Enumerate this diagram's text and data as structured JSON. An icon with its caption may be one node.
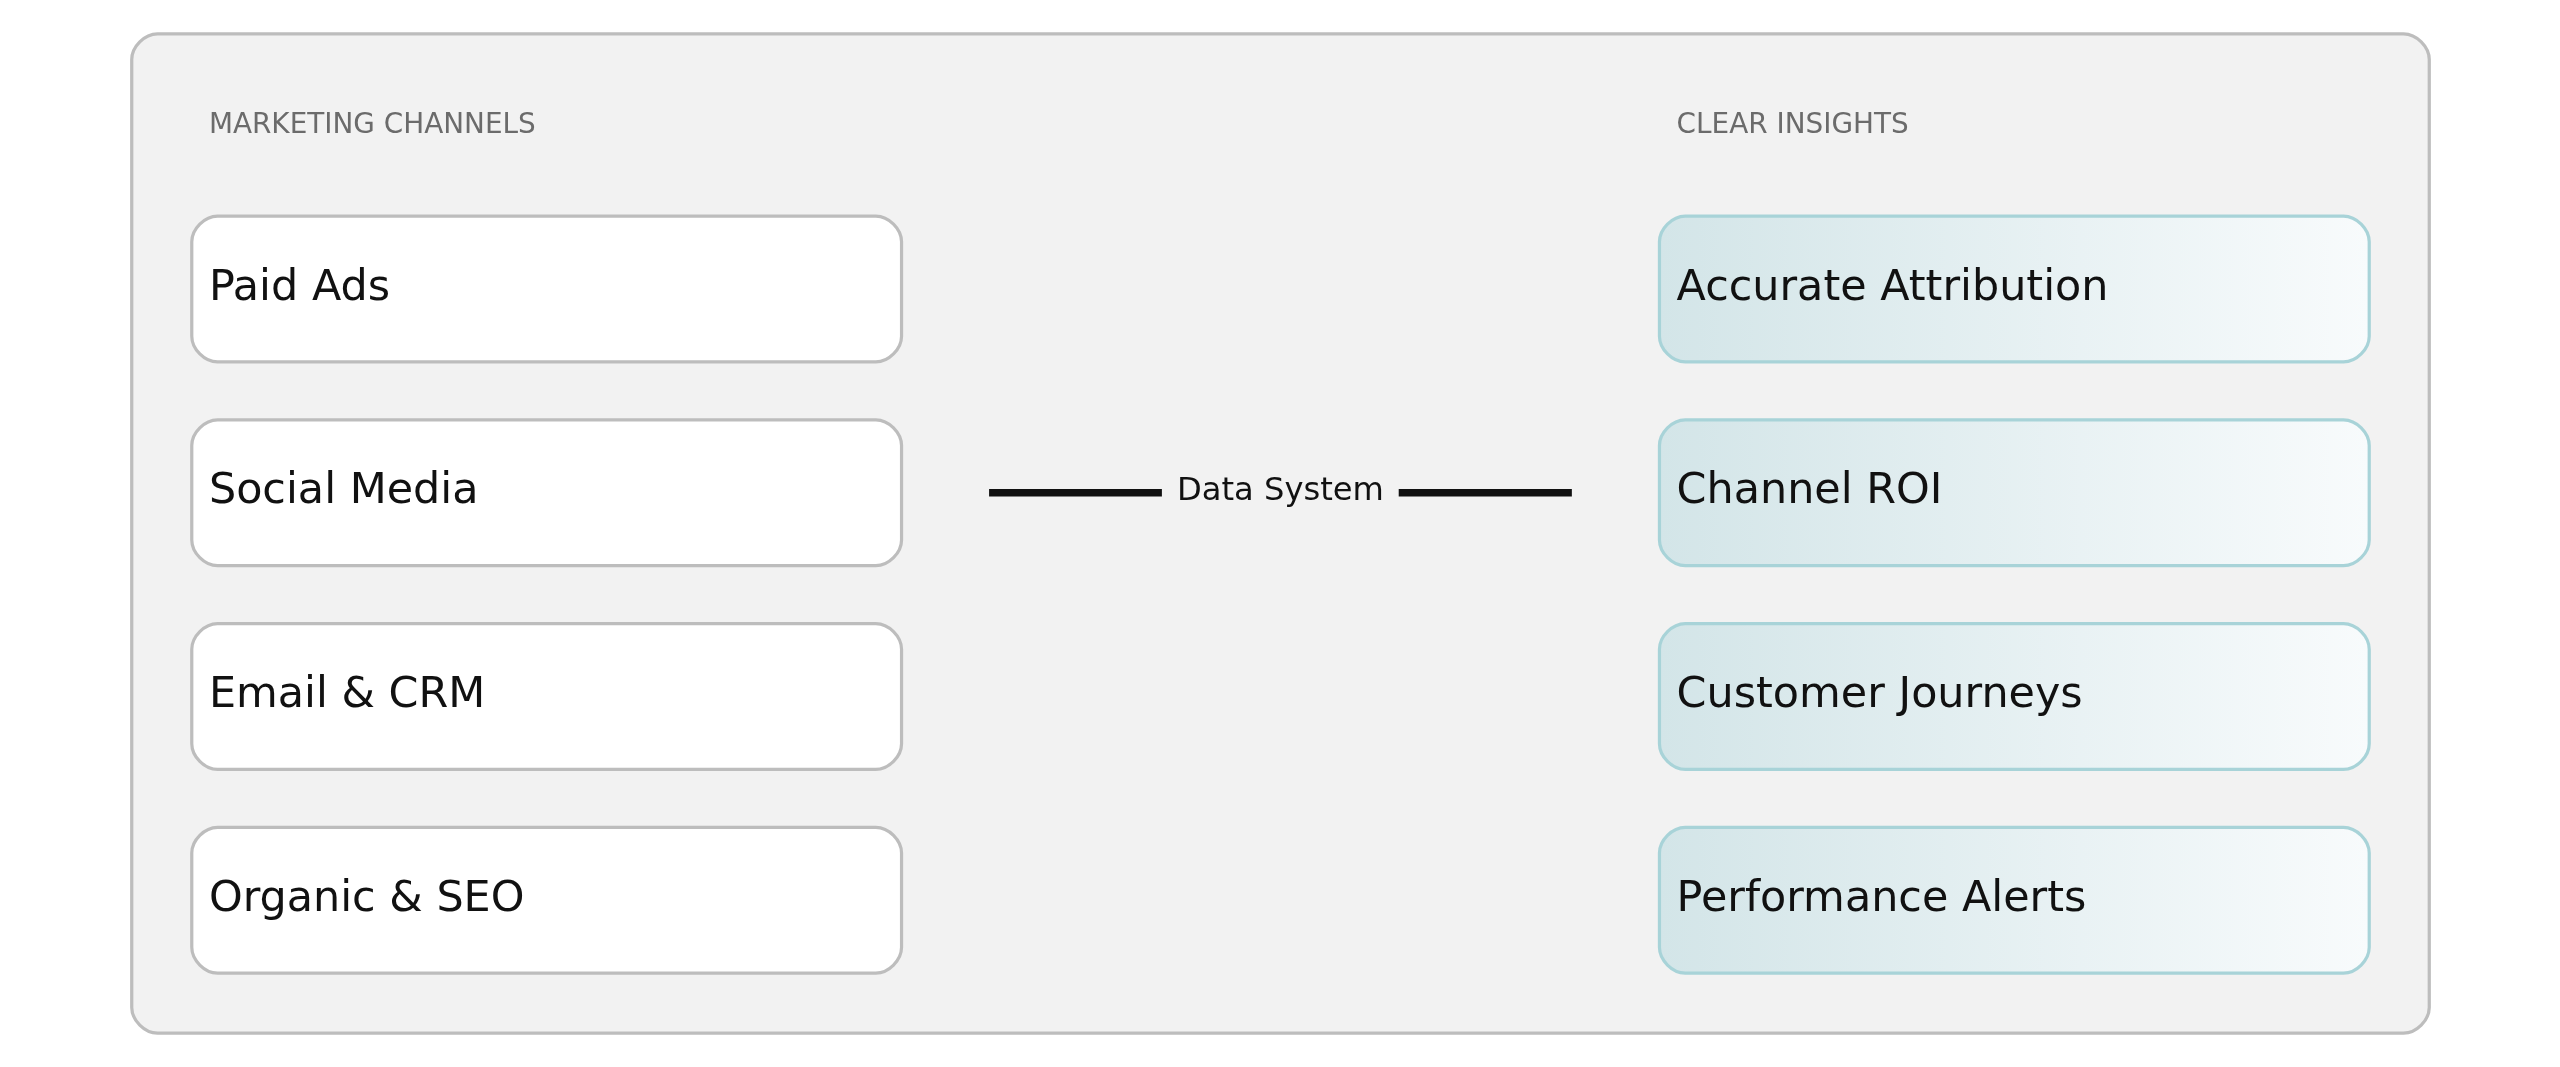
{
  "diagram": {
    "nodes": [
      {
        "text": [],
        "shape": "box"
      },
      {
        "text": [
          "Paid Ads"
        ],
        "in": 0
      },
      {
        "text": [
          "Social Media"
        ],
        "in": 0
      },
      {
        "text": [
          "Email & CRM"
        ],
        "in": 0
      },
      {
        "text": [
          "Organic & SEO"
        ],
        "in": 0
      },
      {
        "text": [
          "Data System"
        ],
        "in": 0
      },
      {
        "text": [
          "Accurate Attribution"
        ],
        "in": 0
      },
      {
        "text": [
          "Channel ROI"
        ],
        "in": 0
      },
      {
        "text": [
          "Customer Journeys"
        ],
        "in": 0
      },
      {
        "text": [
          "Performance Alerts"
        ],
        "in": 0
      }
    ],
    "edges": [
      {
        "from": null,
        "to": 5,
        "arrow": "none"
      },
      {
        "from": 5,
        "to": null,
        "arrow": "none"
      }
    ],
    "labels": [
      "MARKETING CHANNELS",
      "CLEAR INSIGHTS"
    ]
  }
}
